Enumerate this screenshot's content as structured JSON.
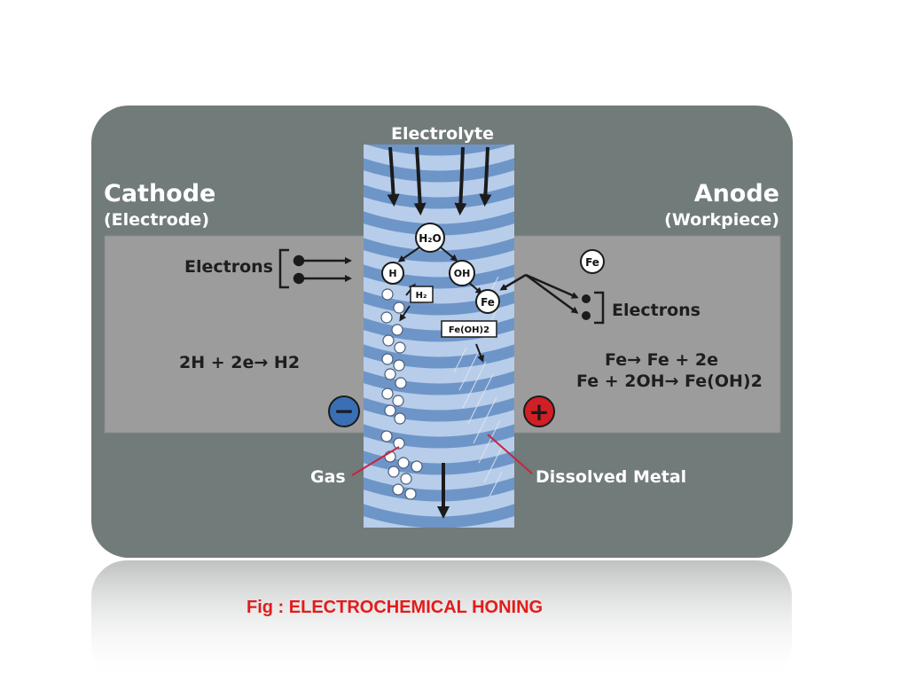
{
  "diagram": {
    "electrolyte_label": "Electrolyte",
    "cathode": {
      "title": "Cathode",
      "subtitle": "(Electrode)"
    },
    "anode": {
      "title": "Anode",
      "subtitle": "(Workpiece)"
    },
    "electrons_label_left": "Electrons",
    "electrons_label_right": "Electrons",
    "cathode_reaction": "2H + 2e→ H2",
    "anode_reaction_1": "Fe→ Fe + 2e",
    "anode_reaction_2": "Fe + 2OH→ Fe(OH)2",
    "molecules": {
      "water": "H₂O",
      "hydrogen_ion": "H",
      "hydroxide": "OH",
      "iron_ion": "Fe",
      "iron_anode": "Fe",
      "hydrogen_gas": "H₂",
      "iron_hydroxide": "Fe(OH)2"
    },
    "gas_label": "Gas",
    "dissolved_metal_label": "Dissolved Metal",
    "cathode_sign": "−",
    "anode_sign": "+",
    "colors": {
      "panel": "#717b79",
      "electrode": "#9c9c9c",
      "channel_dark": "#6e95c8",
      "channel_light": "#b7cdea",
      "negative": "#3a6fb5",
      "positive": "#d11f26",
      "pointer": "#c8243c",
      "caption": "#e31b1b"
    }
  },
  "caption": "Fig : ELECTROCHEMICAL HONING"
}
